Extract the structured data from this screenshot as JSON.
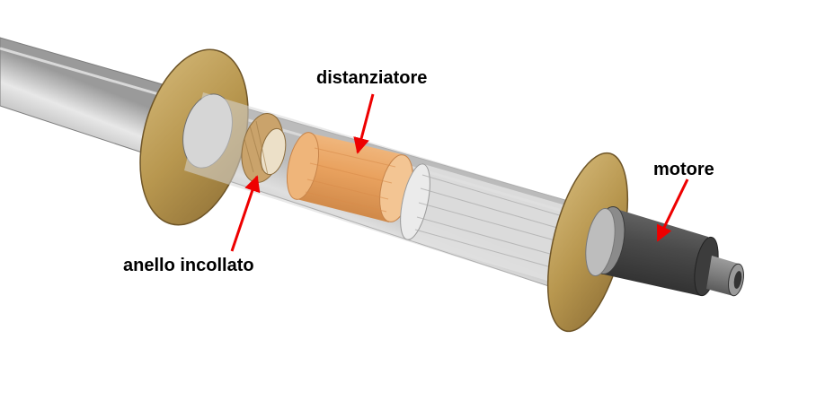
{
  "labels": {
    "spacer": "distanziatore",
    "motor": "motore",
    "glued_ring": "anello incollato"
  },
  "colors": {
    "tube": "#c8c8c8",
    "flange": "#b89a58",
    "spacer_wood": "#e8a160",
    "ring_wood": "#c9a26a",
    "motor_body": "#444444",
    "motor_shaft": "#777777",
    "arrow": "#ee0000"
  }
}
